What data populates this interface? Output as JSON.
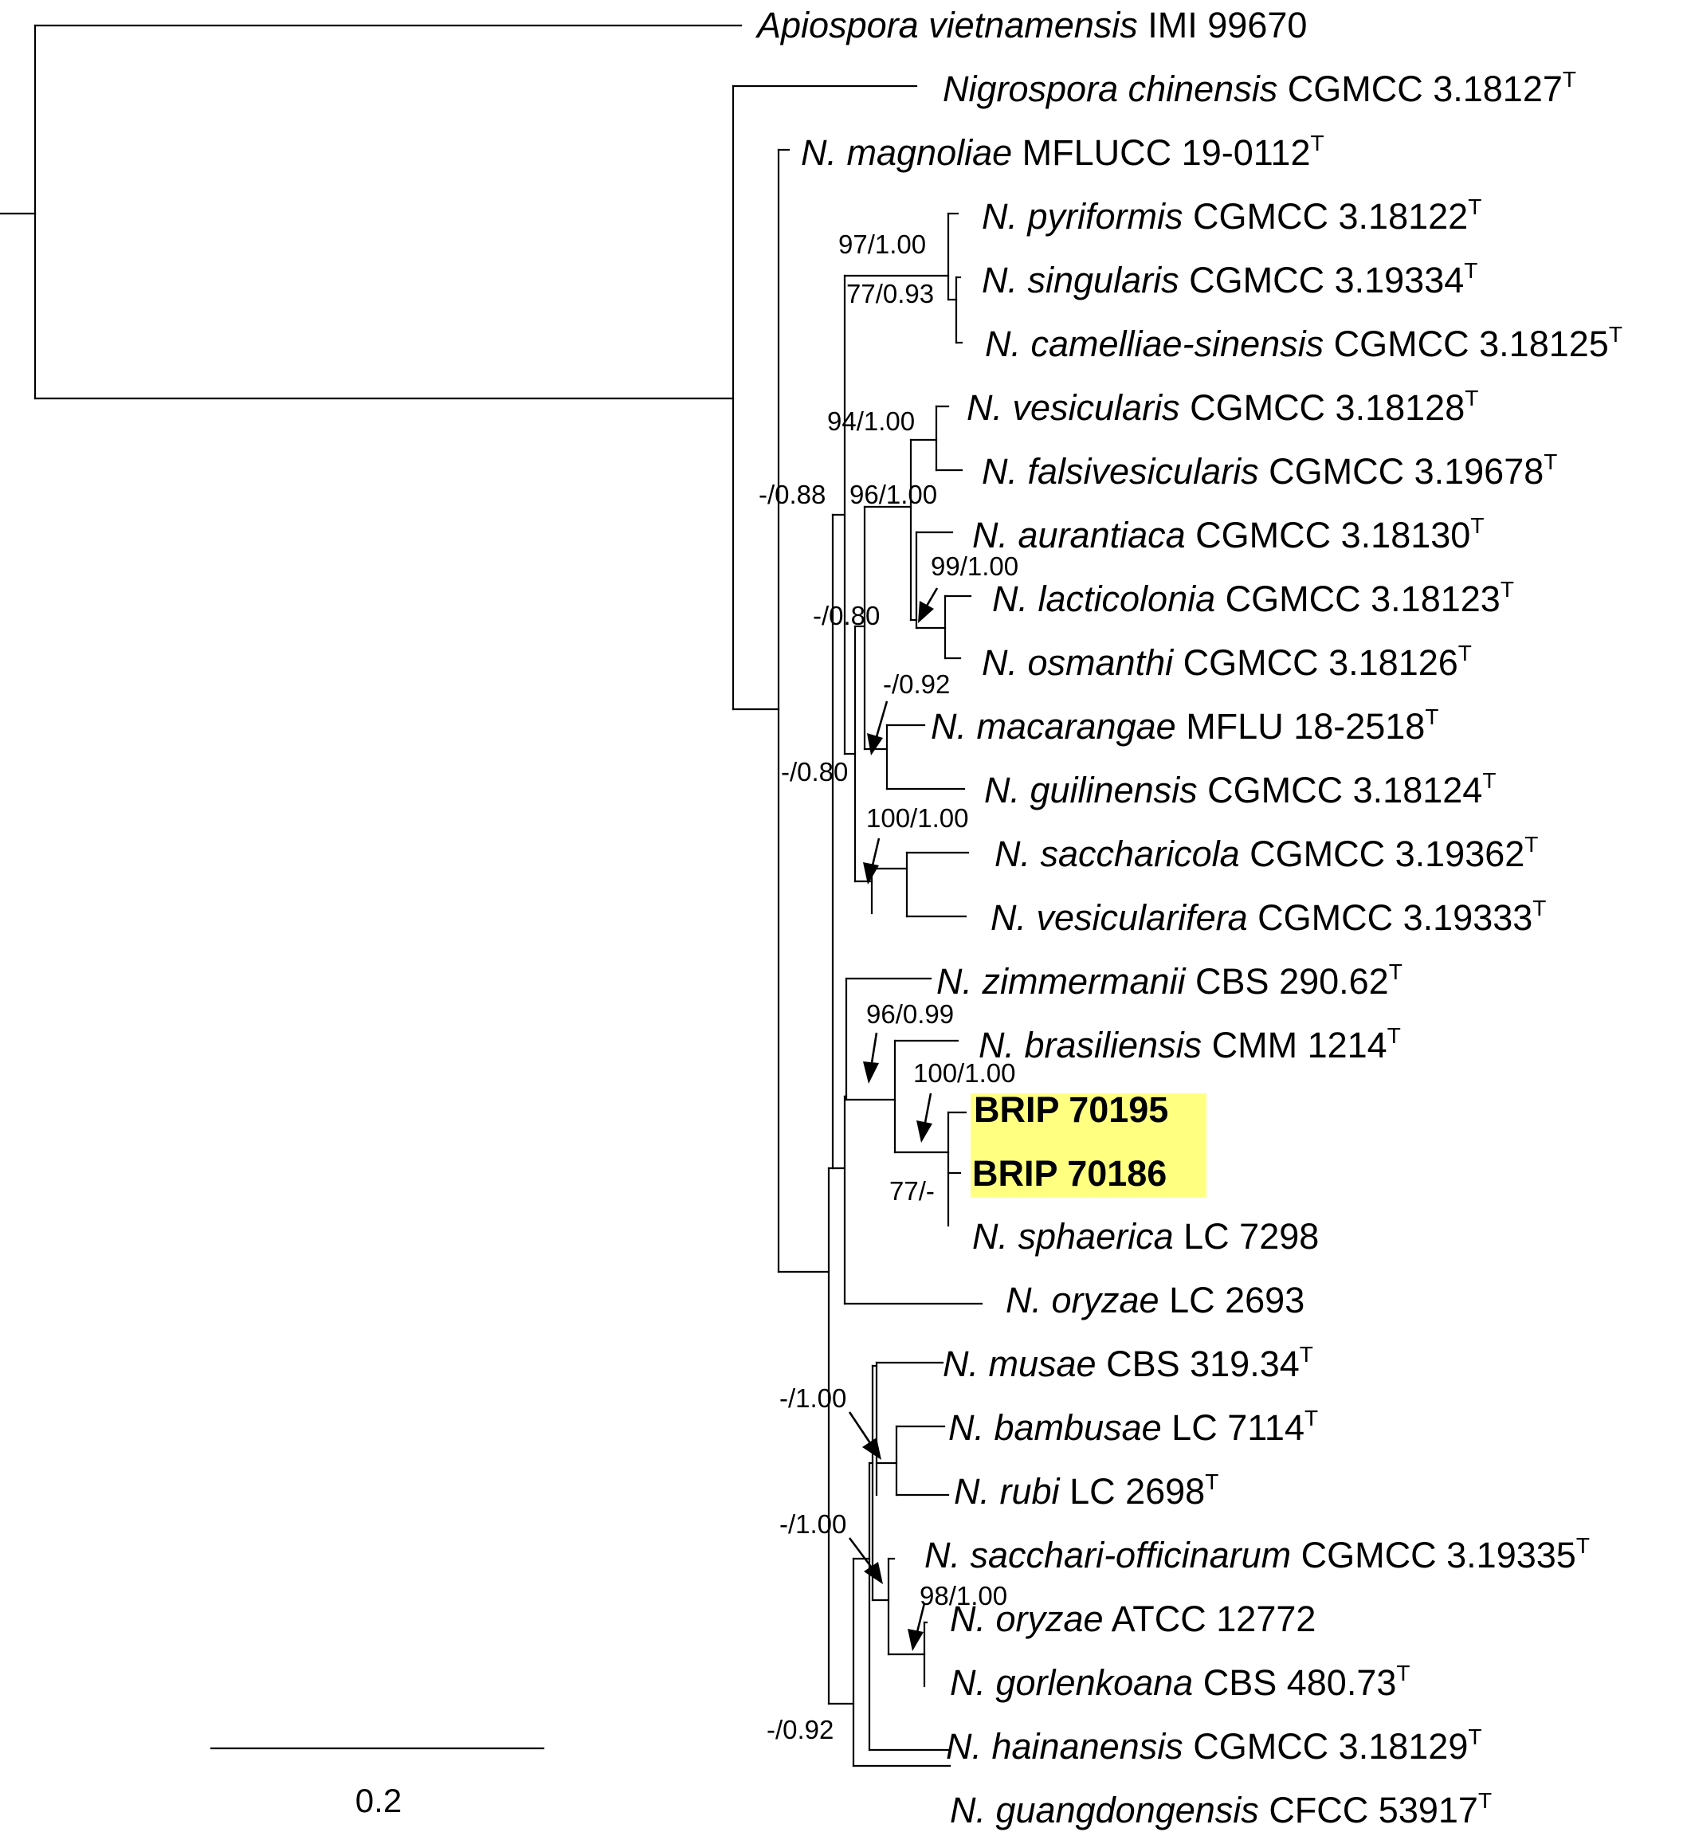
{
  "taxa": [
    {
      "species": "Apiospora vietnamensis",
      "strain": "IMI 99670",
      "type": false,
      "bold": false
    },
    {
      "species": "Nigrospora chinensis",
      "strain": "CGMCC 3.18127",
      "type": true,
      "bold": false
    },
    {
      "species": "N. magnoliae",
      "strain": "MFLUCC 19-0112",
      "type": true,
      "bold": false
    },
    {
      "species": "N. pyriformis",
      "strain": "CGMCC 3.18122",
      "type": true,
      "bold": false
    },
    {
      "species": "N. singularis",
      "strain": "CGMCC 3.19334",
      "type": true,
      "bold": false
    },
    {
      "species": "N. camelliae-sinensis",
      "strain": "CGMCC 3.18125",
      "type": true,
      "bold": false
    },
    {
      "species": "N. vesicularis",
      "strain": "CGMCC 3.18128",
      "type": true,
      "bold": false
    },
    {
      "species": "N. falsivesicularis",
      "strain": "CGMCC 3.19678",
      "type": true,
      "bold": false
    },
    {
      "species": "N. aurantiaca",
      "strain": "CGMCC 3.18130",
      "type": true,
      "bold": false
    },
    {
      "species": "N. lacticolonia",
      "strain": "CGMCC 3.18123",
      "type": true,
      "bold": false
    },
    {
      "species": "N. osmanthi",
      "strain": "CGMCC 3.18126",
      "type": true,
      "bold": false
    },
    {
      "species": "N. macarangae",
      "strain": "MFLU 18-2518",
      "type": true,
      "bold": false
    },
    {
      "species": "N. guilinensis",
      "strain": "CGMCC 3.18124",
      "type": true,
      "bold": false
    },
    {
      "species": "N. saccharicola",
      "strain": "CGMCC 3.19362",
      "type": true,
      "bold": false
    },
    {
      "species": "N. vesicularifera",
      "strain": "CGMCC 3.19333",
      "type": true,
      "bold": false
    },
    {
      "species": "N. zimmermanii",
      "strain": "CBS 290.62",
      "type": true,
      "bold": false
    },
    {
      "species": "N. brasiliensis",
      "strain": "CMM 1214",
      "type": true,
      "bold": false
    },
    {
      "species": "",
      "strain": "BRIP 70195",
      "type": false,
      "bold": true
    },
    {
      "species": "",
      "strain": "BRIP 70186",
      "type": false,
      "bold": true
    },
    {
      "species": "N. sphaerica",
      "strain": "LC 7298",
      "type": false,
      "bold": false
    },
    {
      "species": "N. oryzae",
      "strain": "LC 2693",
      "type": false,
      "bold": false
    },
    {
      "species": "N. musae",
      "strain": "CBS 319.34",
      "type": true,
      "bold": false
    },
    {
      "species": "N. bambusae",
      "strain": "LC 7114",
      "type": true,
      "bold": false
    },
    {
      "species": "N. rubi",
      "strain": "LC 2698",
      "type": true,
      "bold": false
    },
    {
      "species": "N. sacchari-officinarum",
      "strain": "CGMCC 3.19335",
      "type": true,
      "bold": false
    },
    {
      "species": "N. oryzae",
      "strain": "ATCC 12772",
      "type": false,
      "bold": false
    },
    {
      "species": "N. gorlenkoana",
      "strain": "CBS 480.73",
      "type": true,
      "bold": false
    },
    {
      "species": "N. hainanensis",
      "strain": "CGMCC 3.18129",
      "type": true,
      "bold": false
    },
    {
      "species": "N. guangdongensis",
      "strain": "CFCC 53917",
      "type": true,
      "bold": false
    }
  ],
  "type_marker": "T",
  "support_values": [
    "97/1.00",
    "77/0.93",
    "94/1.00",
    "96/1.00",
    "-/0.88",
    "99/1.00",
    "-/0.80",
    "-/0.92",
    "-/0.80",
    "100/1.00",
    "96/0.99",
    "100/1.00",
    "77/-",
    "-/1.00",
    "-/1.00",
    "98/1.00",
    "-/0.92"
  ],
  "scale_bar": {
    "label": "0.2"
  },
  "colors": {
    "highlight": "#ffff80",
    "line": "#000000"
  }
}
